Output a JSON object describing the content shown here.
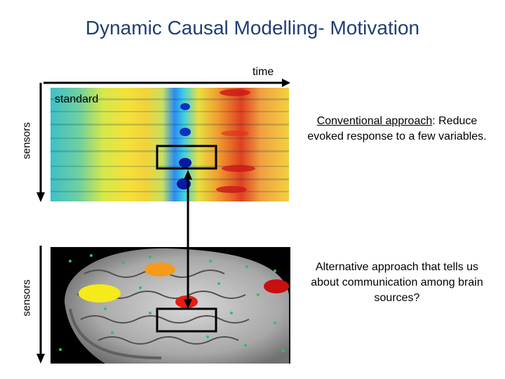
{
  "title": "Dynamic Causal Modelling- Motivation",
  "time_label": "time",
  "standard_label": "standard",
  "sensors_label_top": "sensors",
  "sensors_label_bottom": "sensors",
  "conventional": {
    "lead": "Conventional approach",
    "rest": ": Reduce evoked response to a few variables."
  },
  "alternative": "Alternative approach that tells us about communication among brain sources?",
  "colors": {
    "title": "#1f3f73",
    "source_yellow": "#f5ea1a",
    "source_orange": "#f59a1a",
    "source_red": "#e81c10",
    "source_darkred": "#c81010"
  }
}
